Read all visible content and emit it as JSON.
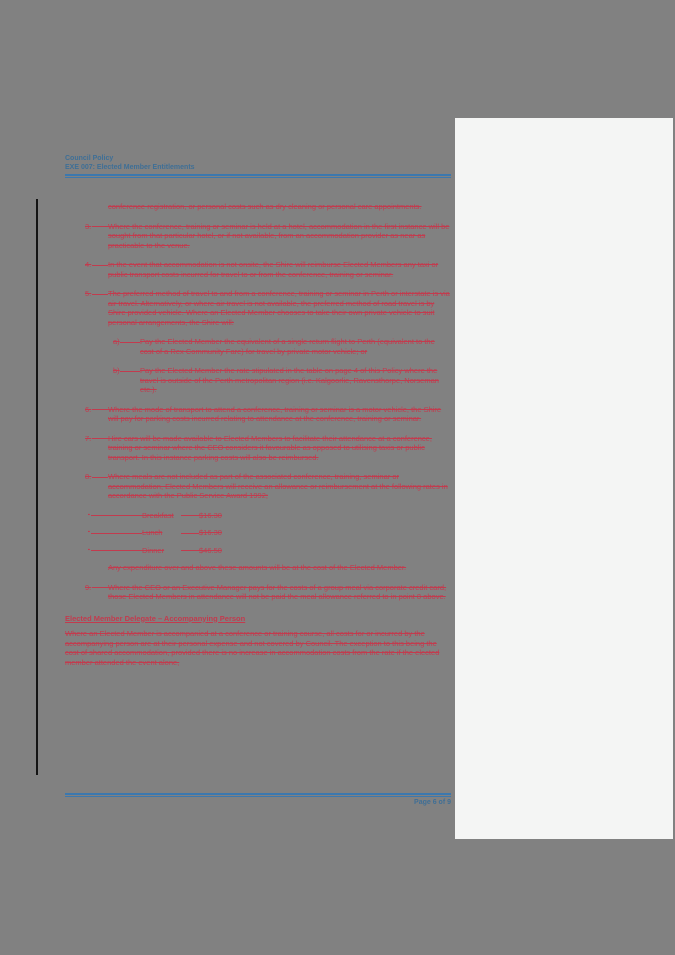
{
  "colors": {
    "background_gray": "#818181",
    "deletion_red": "#c23b4e",
    "rule_blue": "#3c78ae",
    "header_text_blue": "#3f6f96",
    "side_panel_white": "#f4f5f4",
    "change_bar_black": "#141414"
  },
  "header": {
    "line1": "Council Policy",
    "line2": "EXE 007: Elected Member Entitlements"
  },
  "footer": {
    "page_label": "Page 6 of 9"
  },
  "content": {
    "intro_continuation": "conference registration, or personal costs such as dry cleaning or personal care appointments.",
    "numbered_items": [
      {
        "num": "3.",
        "text": "Where the conference, training or seminar is held at a hotel, accommodation in the first instance will be sought from that particular hotel, or if not available, from an accommodation provider as near as practicable to the venue."
      },
      {
        "num": "4.",
        "text": "In the event that accommodation is not onsite, the Shire will reimburse Elected Members any taxi or public transport costs incurred for travel to or from the conference, training or seminar."
      },
      {
        "num": "5.",
        "text": "The preferred method of travel to and from a conference, training or seminar in Perth or interstate is via air travel. Alternatively, or where air travel is not available, the preferred method of road travel is by Shire provided vehicle. Where an Elected Member chooses to take their own private vehicle to suit personal arrangements, the Shire will:"
      },
      {
        "num": "6.",
        "text": "Where the mode of transport to attend a conference, training or seminar is a motor vehicle, the Shire will pay for parking costs incurred relating to attendance at the conference, training or seminar."
      },
      {
        "num": "7.",
        "text": "Hire cars will be made available to Elected Members to facilitate their attendance at a conference, training or seminar where the CEO considers it favourable as opposed to utilising taxis or public transport. In this instance parking costs will also be reimbursed."
      },
      {
        "num": "8.",
        "text": "Where meals are not included as part of the associated conference, training, seminar or accommodation, Elected Members will receive an allowance or reimbursement at the following rates in accordance with the Public Service Award 1992;"
      },
      {
        "num": "9.",
        "text": "Where the CEO or an Executive Manager pays for the costs of a group meal via corporate credit card, those Elected Members in attendance will not be paid the meal allowance referred to in point 8 above."
      }
    ],
    "sub_items": [
      {
        "num": "a)",
        "text": "Pay the Elected Member the equivalent of a single return flight to Perth (equivalent to the cost of a Rex Community Fare) for travel by private motor vehicle; or"
      },
      {
        "num": "b)",
        "text": "Pay the Elected Member the rate stipulated in the table on page 4 of this Policy where the travel is outside of the Perth metropolitan region (i.e. Kalgoorlie, Ravensthorpe, Norseman etc.)."
      }
    ],
    "meal_rates": [
      {
        "bullet": "▪",
        "label": "Breakfast",
        "amount": "$16.30"
      },
      {
        "bullet": "▪",
        "label": "Lunch",
        "amount": "$16.30"
      },
      {
        "bullet": "▪",
        "label": "Dinner",
        "amount": "$46.50"
      }
    ],
    "note": "Any expenditure over and above these amounts will be at the cost of the Elected Member.",
    "section_heading": "Elected Member Delegate – Accompanying Person",
    "closing_paragraph": "Where an Elected Member is accompanied at a conference or training course, all costs for or incurred by the accompanying person are at their personal expense and not covered by Council. The exception to this being the cost of shared accommodation, provided there is no increase in accommodation costs from the rate if the elected member attended the event alone,"
  }
}
